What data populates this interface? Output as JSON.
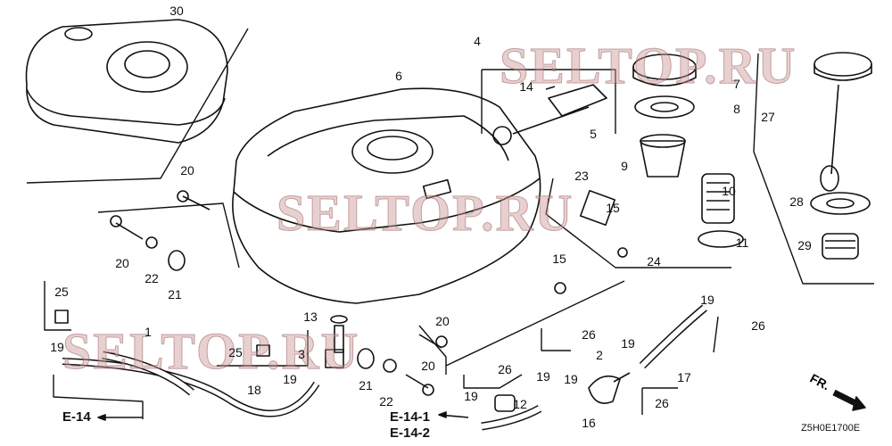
{
  "diagram": {
    "callouts": [
      "30",
      "4",
      "6",
      "7",
      "14",
      "8",
      "5",
      "9",
      "20",
      "23",
      "10",
      "15",
      "11",
      "24",
      "27",
      "28",
      "29",
      "20",
      "22",
      "21",
      "25",
      "15",
      "13",
      "20",
      "19",
      "26",
      "26",
      "19",
      "1",
      "25",
      "3",
      "19",
      "18",
      "17",
      "2",
      "26",
      "19",
      "20",
      "21",
      "22",
      "19",
      "12",
      "19",
      "26",
      "19",
      "16"
    ],
    "references": {
      "e14": "E-14",
      "e14_1": "E-14-1",
      "e14_2": "E-14-2"
    },
    "front_marker": "FR.",
    "diagram_code": "Z5H0E1700E",
    "watermarks": [
      "SELTOP.RU",
      "SELTOP.RU",
      "SELTOP.RU"
    ]
  }
}
